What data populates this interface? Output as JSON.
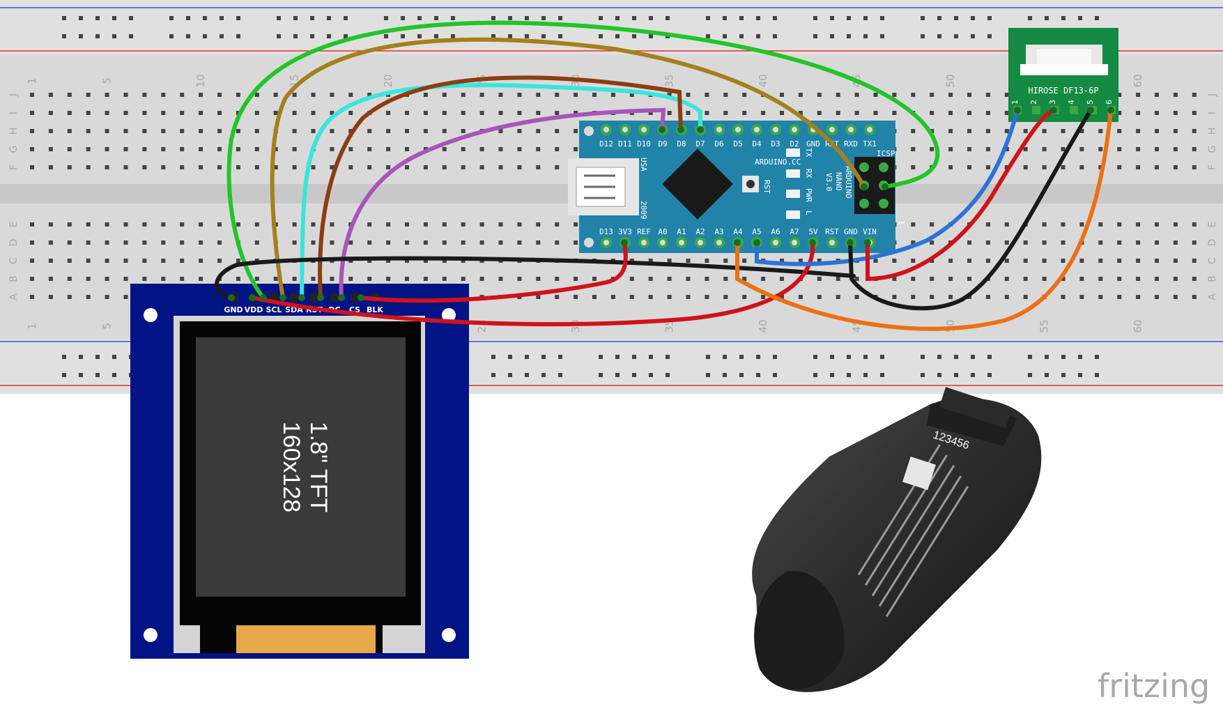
{
  "breadboard": {
    "column_numbers": [
      "1",
      "5",
      "10",
      "15",
      "20",
      "25",
      "30",
      "35",
      "40",
      "45",
      "50",
      "55",
      "60"
    ],
    "row_letters_top": [
      "J",
      "I",
      "H",
      "G",
      "F"
    ],
    "row_letters_bottom": [
      "E",
      "D",
      "C",
      "B",
      "A"
    ]
  },
  "tft": {
    "pins": [
      "GND",
      "VDD",
      "SCL",
      "SDA",
      "RST",
      "DC",
      "CS",
      "BLK"
    ],
    "label_line1": "1.8\" TFT",
    "label_line2": "160x128"
  },
  "arduino": {
    "top_pins": [
      "D12",
      "D11",
      "D10",
      "D9",
      "D8",
      "D7",
      "D6",
      "D5",
      "D4",
      "D3",
      "D2",
      "GND",
      "RST",
      "RXD",
      "TX1"
    ],
    "bottom_pins": [
      "D13",
      "3V3",
      "REF",
      "A0",
      "A1",
      "A2",
      "A3",
      "A4",
      "A5",
      "A6",
      "A7",
      "5V",
      "RST",
      "GND",
      "VIN"
    ],
    "usa": "USA",
    "year": "2009",
    "site": "ARDUINO.CC",
    "tx": "TX",
    "rx": "RX",
    "pwr": "PWR",
    "l": "L",
    "rst_btn": "RST",
    "name_line1": "ARDUINO",
    "name_line2": "NANO",
    "name_line3": "V3.0",
    "icsp": "ICSP",
    "icsp_one": "1"
  },
  "hirose": {
    "title": "HIROSE DF13-6P",
    "pins": [
      "1",
      "2",
      "3",
      "4",
      "5",
      "6"
    ]
  },
  "battery": {
    "contact_numbers": "123456"
  },
  "watermark": "fritzing",
  "colors": {
    "wire_green": "#22c42a",
    "wire_gold": "#a4801c",
    "wire_cyan": "#38e6dc",
    "wire_brown": "#8a3e12",
    "wire_purple": "#a755b8",
    "wire_red": "#d0121a",
    "wire_black": "#1a1a1a",
    "wire_blue": "#2d72d8",
    "wire_orange": "#ec7014",
    "arduino_blue": "#2283a9",
    "tft_board": "#021385",
    "hirose_green": "#148a42"
  }
}
